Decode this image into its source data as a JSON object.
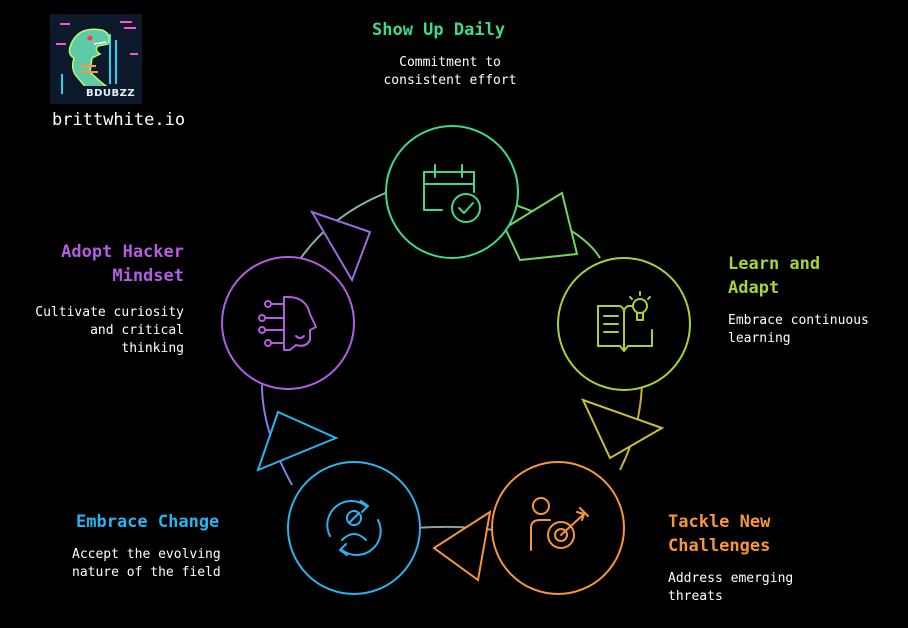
{
  "brand": {
    "logo_text": "BDUBZZ",
    "site": "brittwhite.io"
  },
  "colors": {
    "show_up": "#3ddc84",
    "learn": "#a6d431",
    "tackle": "#f7953b",
    "embrace": "#29b3ef",
    "hacker": "#b25ee0",
    "background": "#000000",
    "text": "#ffffff"
  },
  "stages": [
    {
      "key": "show_up",
      "title": "Show Up Daily",
      "desc": "Commitment to\nconsistent effort",
      "icon": "calendar-check-icon",
      "color": "#3ddc84"
    },
    {
      "key": "learn",
      "title": "Learn and\nAdapt",
      "desc": "Embrace continuous\nlearning",
      "icon": "book-lightbulb-icon",
      "color": "#a6d431"
    },
    {
      "key": "tackle",
      "title": "Tackle New\nChallenges",
      "desc": "Address emerging\nthreats",
      "icon": "person-target-icon",
      "color": "#f7953b"
    },
    {
      "key": "embrace",
      "title": "Embrace Change",
      "desc": "Accept the evolving\nnature of the field",
      "icon": "person-cycle-icon",
      "color": "#29b3ef"
    },
    {
      "key": "hacker",
      "title": "Adopt Hacker\nMindset",
      "desc": "Cultivate curiosity\nand critical\nthinking",
      "icon": "circuit-head-icon",
      "color": "#b25ee0"
    }
  ]
}
